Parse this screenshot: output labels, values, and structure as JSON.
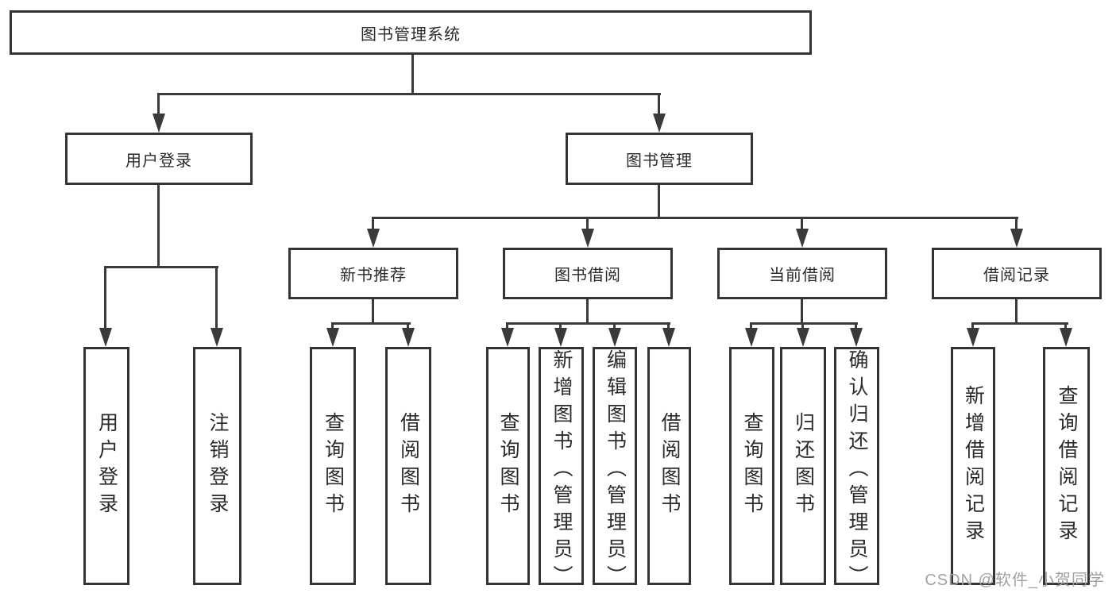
{
  "diagram": {
    "title": "图书管理系统",
    "watermark": "CSDN @软件_小贺同学",
    "colors": {
      "line": "#3a3a3a",
      "box_border": "#343434",
      "text": "#2b2b2b",
      "watermark": "#a2a2a2",
      "background": "#ffffff"
    },
    "nodes": {
      "root": {
        "label": "图书管理系统"
      },
      "level2": [
        {
          "label": "用户登录"
        },
        {
          "label": "图书管理"
        }
      ],
      "level3": [
        {
          "label": "新书推荐",
          "parent": "图书管理"
        },
        {
          "label": "图书借阅",
          "parent": "图书管理"
        },
        {
          "label": "当前借阅",
          "parent": "图书管理"
        },
        {
          "label": "借阅记录",
          "parent": "图书管理"
        }
      ],
      "leaves": [
        {
          "label": "用户登录",
          "parent": "用户登录"
        },
        {
          "label": "注销登录",
          "parent": "用户登录"
        },
        {
          "label": "查询图书",
          "parent": "新书推荐"
        },
        {
          "label": "借阅图书",
          "parent": "新书推荐"
        },
        {
          "label": "查询图书",
          "parent": "图书借阅"
        },
        {
          "label": "新增图书（管理员）",
          "parent": "图书借阅"
        },
        {
          "label": "编辑图书（管理员）",
          "parent": "图书借阅"
        },
        {
          "label": "借阅图书",
          "parent": "图书借阅"
        },
        {
          "label": "查询图书",
          "parent": "当前借阅"
        },
        {
          "label": "归还图书",
          "parent": "当前借阅"
        },
        {
          "label": "确认归还（管理员）",
          "parent": "当前借阅"
        },
        {
          "label": "新增借阅记录",
          "parent": "借阅记录"
        },
        {
          "label": "查询借阅记录",
          "parent": "借阅记录"
        }
      ]
    }
  }
}
